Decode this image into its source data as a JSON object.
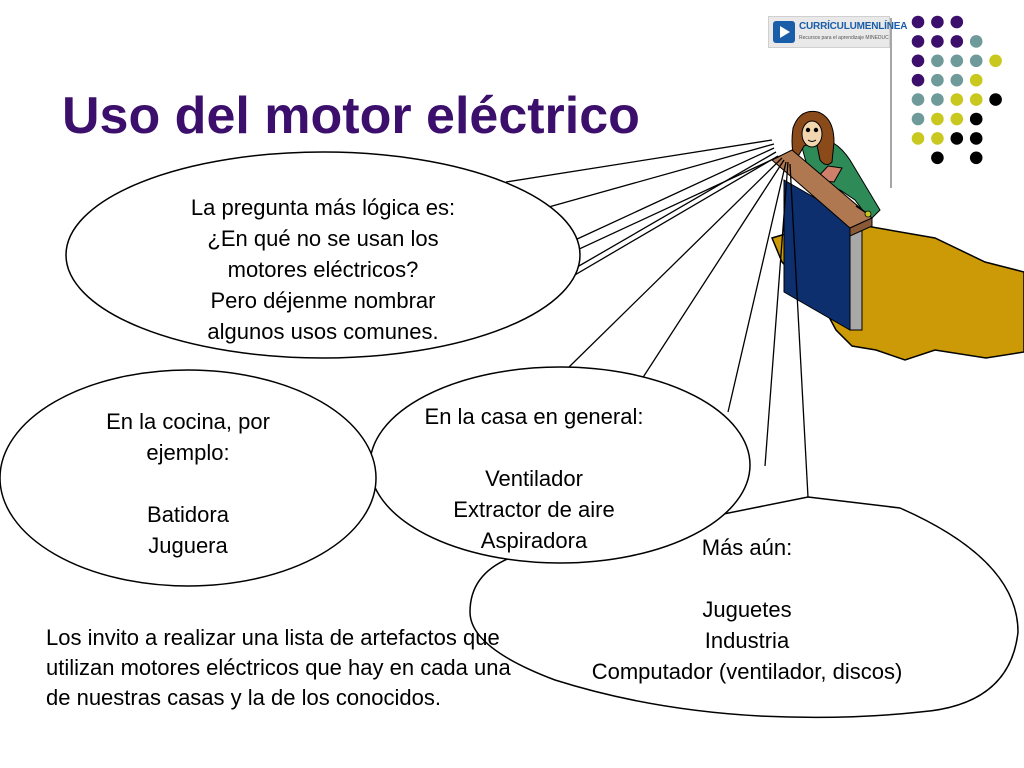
{
  "title": "Uso del motor eléctrico",
  "logo": {
    "brand": "CURRÍCULUMENLÍNEA",
    "tagline": "Recursos para el aprendizaje MINEDUC"
  },
  "bubbles": {
    "intro": [
      "La pregunta más lógica es:",
      "¿En qué no se usan los",
      "motores eléctricos?",
      "Pero déjenme nombrar",
      "algunos usos comunes."
    ],
    "kitchen": {
      "heading": [
        "En la cocina, por",
        "ejemplo:"
      ],
      "items": [
        "Batidora",
        "Juguera"
      ]
    },
    "house": {
      "heading": "En la casa en general:",
      "items": [
        "Ventilador",
        "Extractor de aire",
        "Aspiradora"
      ]
    },
    "more": {
      "heading": "Más aún:",
      "items": [
        "Juguetes",
        "Industria",
        "Computador (ventilador, discos)"
      ]
    }
  },
  "footer": "Los invito a realizar una lista de artefactos que utilizan motores eléctricos que hay en cada una de nuestras casas y la de los conocidos.",
  "colors": {
    "title": "#3b0f6b",
    "purple": "#3b0f6b",
    "teal": "#6e9a9a",
    "olive": "#c8c81e",
    "black": "#000000",
    "floor": "#cc9a06",
    "desk": "#b07850",
    "panel": "#0d2f6e"
  },
  "icons": [
    "speaker-figure-illustration",
    "dot-grid-decoration",
    "curriculum-logo"
  ]
}
